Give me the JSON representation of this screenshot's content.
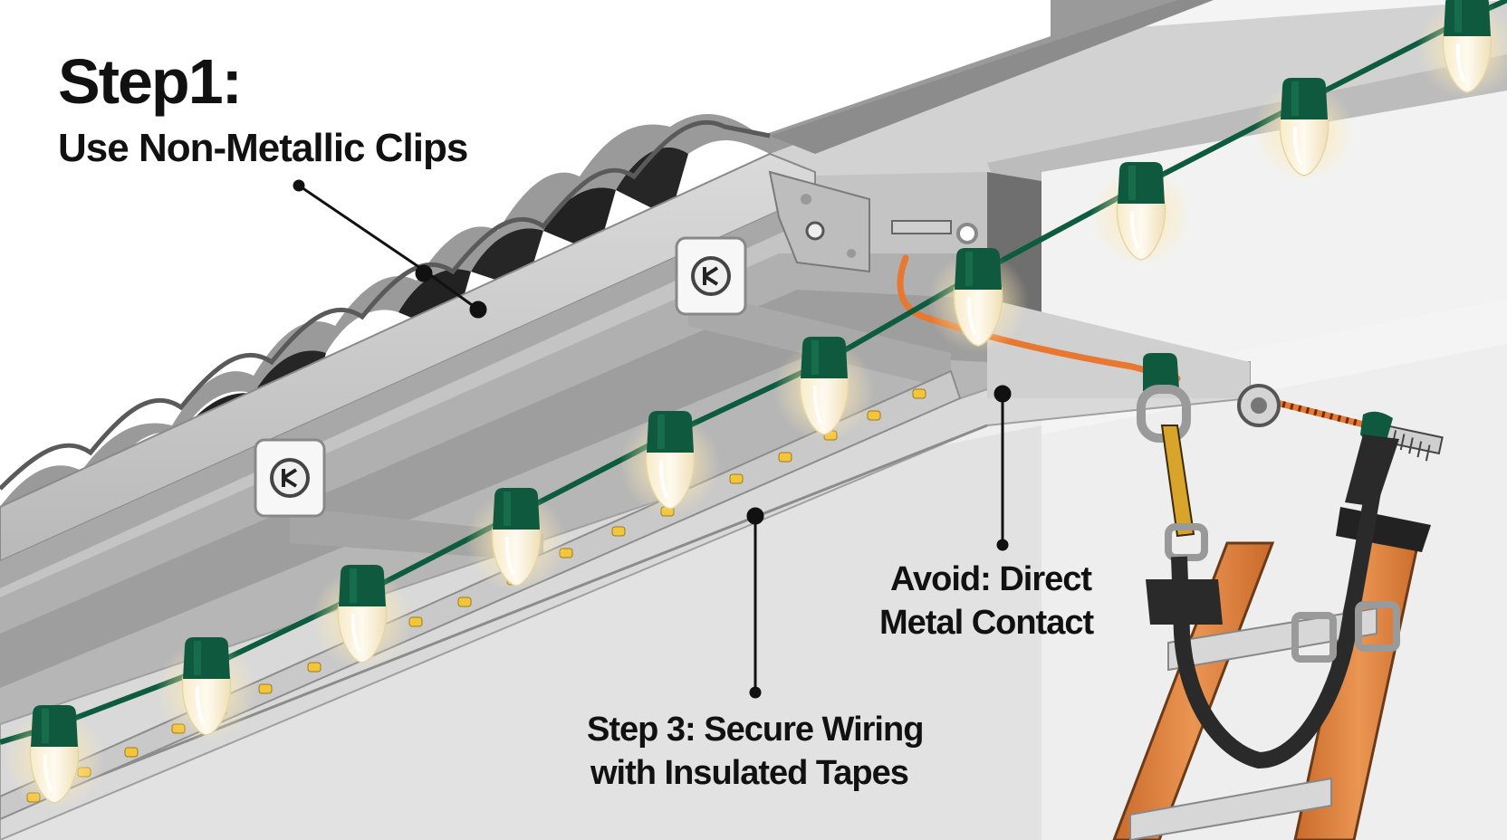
{
  "labels": {
    "step1_title": "Step1:",
    "step1_subtitle": "Use Non-Metallic Clips",
    "avoid_line1": "Avoid: Direct",
    "avoid_line2": "Metal Contact",
    "step3_line1": "Step 3: Secure Wiring",
    "step3_line2": "with Insulated Tapes"
  },
  "icons": [
    "gutter",
    "roof-panel",
    "plastic-clip-icon",
    "light-bulb-icon",
    "led-strip",
    "orange-cable",
    "eye-bolt-icon",
    "safety-harness",
    "ladder"
  ],
  "colors": {
    "wire_green": "#0d5c3f",
    "bulb_glow": "#fff3cf",
    "led_amber": "#f4c43a",
    "cable_orange": "#e8772f",
    "ladder_orange": "#e08a45",
    "harness_yellow": "#d8a52a",
    "metal_gray": "#b4b4b4"
  }
}
